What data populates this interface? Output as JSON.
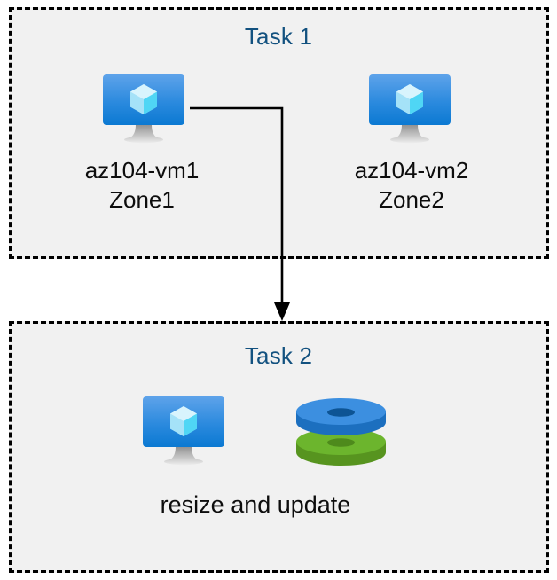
{
  "diagram": {
    "type": "flow-diagram",
    "background_color": "#ffffff",
    "box_fill_color": "#f1f1f1",
    "box_border_color": "#000000",
    "box_border_style": "dashed",
    "title_color": "#12517f",
    "label_color": "#0d0d0d",
    "connector_color": "#000000"
  },
  "task1": {
    "title": "Task 1",
    "nodes": [
      {
        "icon": "virtual-machine-icon",
        "label": "az104-vm1\nZone1",
        "name": "az104-vm1",
        "zone": "Zone1"
      },
      {
        "icon": "virtual-machine-icon",
        "label": "az104-vm2\nZone2",
        "name": "az104-vm2",
        "zone": "Zone2"
      }
    ]
  },
  "task2": {
    "title": "Task 2",
    "caption": "resize and update",
    "icons": [
      {
        "icon": "virtual-machine-icon",
        "name": "virtual-machine"
      },
      {
        "icon": "disks-icon",
        "name": "disks"
      }
    ]
  },
  "connector": {
    "from": "az104-vm1",
    "to": "task2",
    "arrowhead": "down"
  },
  "icon_colors": {
    "vm_screen_top": "#5aa0e8",
    "vm_screen_bottom": "#0f7ad4",
    "vm_cube_light": "#cdeefc",
    "vm_cube_cyan": "#4fd6f5",
    "vm_stand": "#b8b8b8",
    "disk_blue_top": "#3c8fe0",
    "disk_blue_side": "#1c6fbf",
    "disk_blue_hole": "#0d5494",
    "disk_green_top": "#6cb52d",
    "disk_green_side": "#57941f",
    "disk_green_hole": "#4e8a1c"
  }
}
